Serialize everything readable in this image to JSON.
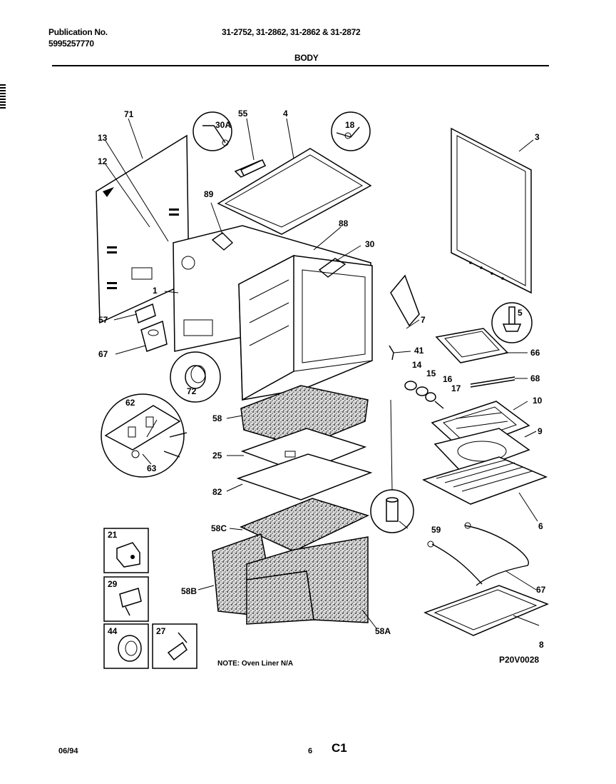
{
  "header": {
    "publication_label": "Publication No.",
    "publication_number": "5995257770",
    "models": "31-2752, 31-2862, 31-2862 & 31-2872",
    "section_title": "BODY"
  },
  "diagram": {
    "callouts": [
      "71",
      "13",
      "12",
      "1",
      "57",
      "67",
      "72",
      "30A",
      "55",
      "4",
      "89",
      "88",
      "30",
      "18",
      "3",
      "5",
      "7",
      "41",
      "66",
      "68",
      "14",
      "15",
      "16",
      "17",
      "10",
      "9",
      "6",
      "62",
      "63",
      "58",
      "25",
      "82",
      "58C",
      "58B",
      "58A",
      "59",
      "67",
      "8",
      "21",
      "29",
      "44",
      "27"
    ],
    "note": "NOTE: Oven Liner N/A",
    "diagram_code": "P20V0028"
  },
  "footer": {
    "date": "06/94",
    "page_number": "6",
    "section_code": "C1"
  }
}
